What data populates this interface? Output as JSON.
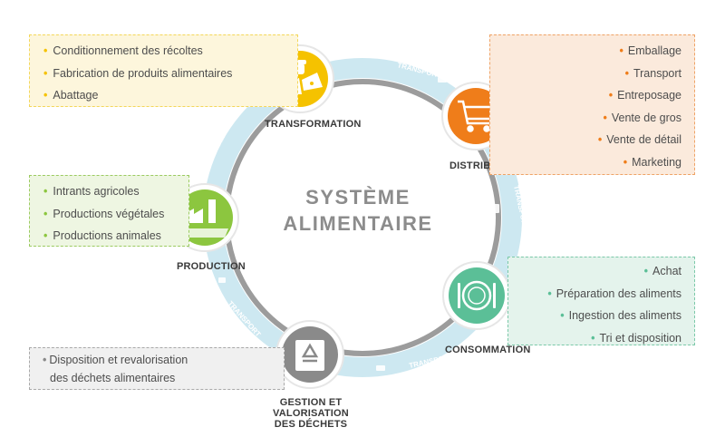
{
  "center": {
    "line1": "SYSTÈME",
    "line2": "ALIMENTAIRE"
  },
  "transport_label": "TRANSPORT",
  "stages": {
    "transformation": {
      "label": "TRANSFORMATION",
      "items": [
        "Conditionnement des récoltes",
        "Fabrication de produits alimentaires",
        "Abattage"
      ],
      "color": "#f5c200",
      "box_bg": "#fdf6dc",
      "box_border": "#f3d75a"
    },
    "distribution": {
      "label": "DISTRIBUTION",
      "items": [
        "Emballage",
        "Transport",
        "Entreposage",
        "Vente de gros",
        "Vente de détail",
        "Marketing"
      ],
      "color": "#ef7d1a",
      "box_bg": "#fbeadc",
      "box_border": "#efa366"
    },
    "production": {
      "label": "PRODUCTION",
      "items": [
        "Intrants agricoles",
        "Productions végétales",
        "Productions animales"
      ],
      "color": "#8cc63f",
      "box_bg": "#eef6e2",
      "box_border": "#9ccb61"
    },
    "consommation": {
      "label": "CONSOMMATION",
      "items": [
        "Achat",
        "Préparation des aliments",
        "Ingestion des aliments",
        "Tri et disposition"
      ],
      "color": "#5bbf97",
      "box_bg": "#e4f3ec",
      "box_border": "#7cc9a9"
    },
    "gestion": {
      "label_line1": "GESTION ET VALORISATION",
      "label_line2": "DES DÉCHETS",
      "items_line1": "Disposition et revalorisation",
      "items_line2": "des déchets alimentaires",
      "color": "#8a8a8a",
      "box_bg": "#f0f0f0",
      "box_border": "#a9a9a9"
    }
  }
}
